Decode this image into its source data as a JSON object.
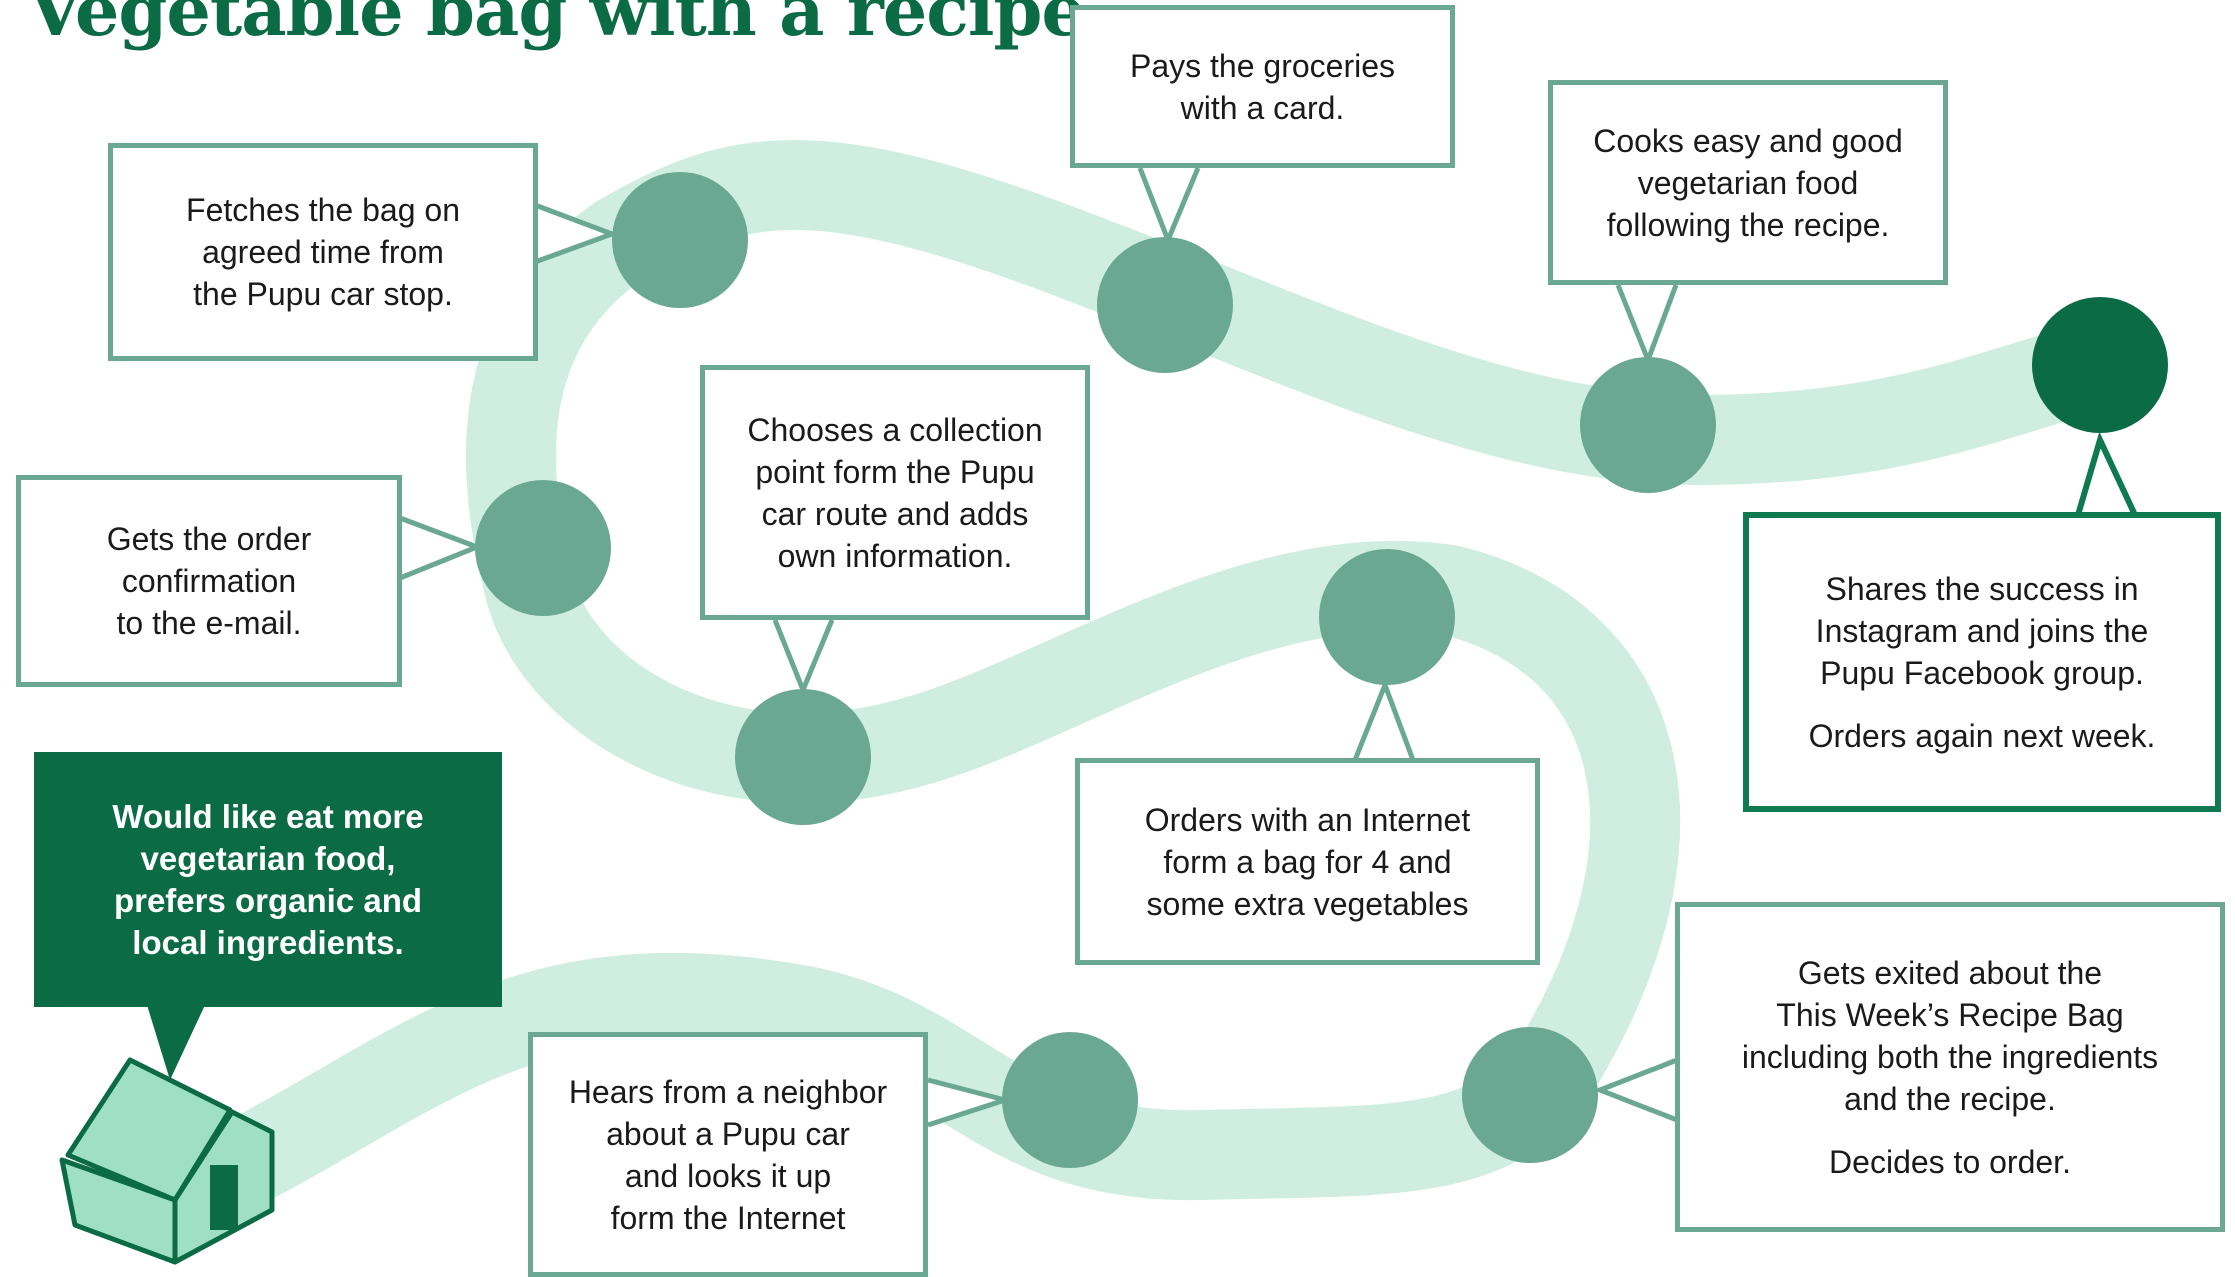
{
  "title": "Vegetable bag with a recipe",
  "colors": {
    "title": "#0b6b45",
    "path": "#cfeee1",
    "node": "#6aa893",
    "final_node": "#0b6b45",
    "box_border": "#6aa893",
    "intro_box": "#0b6b45",
    "house": "#9fe0c4"
  },
  "icons": {
    "start": "house-icon"
  },
  "intro": "Would like eat more\nvegetarian food,\nprefers organic and\nlocal ingredients.",
  "steps": [
    {
      "text": "Hears from a neighbor\nabout a Pupu car\nand looks it up\nform the Internet"
    },
    {
      "text": "Gets exited about the\nThis Week’s Recipe Bag\nincluding both the ingredients\nand the recipe.",
      "note": "Decides to order."
    },
    {
      "text": "Orders with an Internet\nform a bag for 4 and\nsome extra vegetables"
    },
    {
      "text": "Chooses a collection\npoint form the Pupu\ncar route and adds\nown information."
    },
    {
      "text": "Gets the order\nconfirmation\nto the e-mail."
    },
    {
      "text": "Fetches the bag on\nagreed time from\nthe Pupu car stop."
    },
    {
      "text": "Pays the groceries\nwith a card."
    },
    {
      "text": "Cooks easy and good\nvegetarian food\nfollowing the recipe."
    },
    {
      "text": "Shares the success in\nInstagram and joins the\nPupu Facebook group.",
      "note": "Orders again next week."
    }
  ]
}
